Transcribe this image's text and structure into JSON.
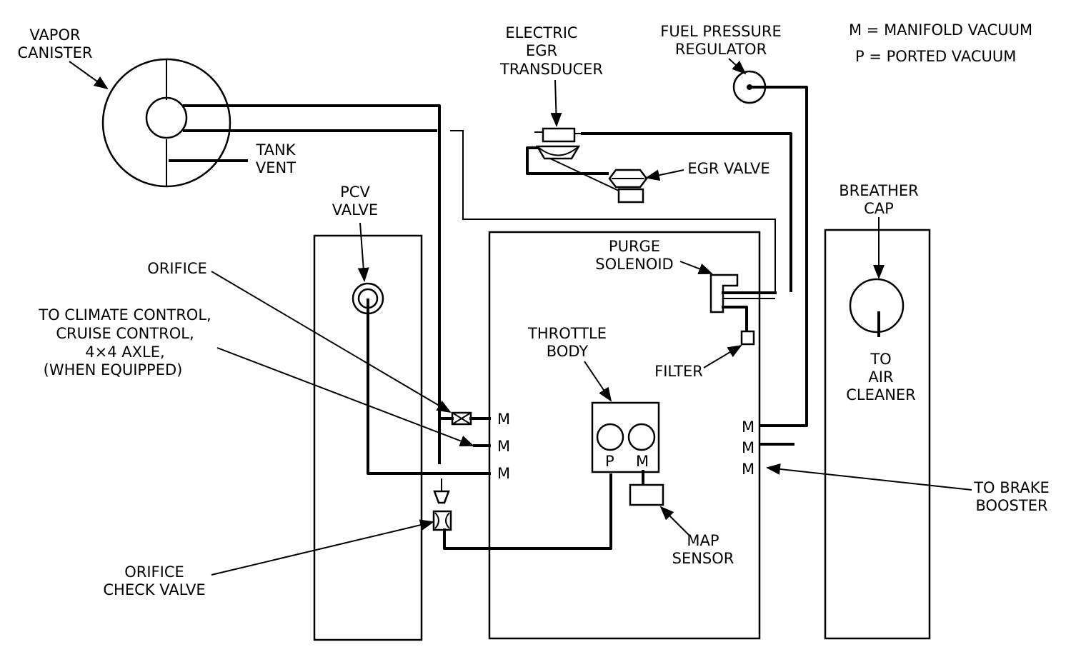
{
  "legend": {
    "line1": "M  =  MANIFOLD VACUUM",
    "line2": "P  =  PORTED VACUUM"
  },
  "labels": {
    "vapor_canister": [
      "VAPOR",
      "CANISTER"
    ],
    "tank_vent": [
      "TANK",
      "VENT"
    ],
    "electric_egr_transducer": [
      "ELECTRIC",
      "EGR",
      "TRANSDUCER"
    ],
    "fuel_pressure_regulator": [
      "FUEL PRESSURE",
      "REGULATOR"
    ],
    "egr_valve": "EGR VALVE",
    "breather_cap": [
      "BREATHER",
      "CAP"
    ],
    "pcv_valve": [
      "PCV",
      "VALVE"
    ],
    "purge_solenoid": [
      "PURGE",
      "SOLENOID"
    ],
    "orifice": "ORIFICE",
    "climate_control": [
      "TO CLIMATE CONTROL,",
      "CRUISE CONTROL,",
      "4×4 AXLE,",
      "(WHEN EQUIPPED)"
    ],
    "throttle_body": [
      "THROTTLE",
      "BODY"
    ],
    "filter": "FILTER",
    "to_air_cleaner": [
      "TO",
      "AIR",
      "CLEANER"
    ],
    "to_brake_booster": [
      "TO BRAKE",
      "BOOSTER"
    ],
    "map_sensor": [
      "MAP",
      "SENSOR"
    ],
    "orifice_check_valve": [
      "ORIFICE",
      "CHECK VALVE"
    ]
  },
  "ports": {
    "left_top": "M",
    "left_mid": "M",
    "left_bottom": "M",
    "right_top": "M",
    "right_mid": "M",
    "right_bottom": "M",
    "throttle_p": "P",
    "throttle_m": "M"
  }
}
